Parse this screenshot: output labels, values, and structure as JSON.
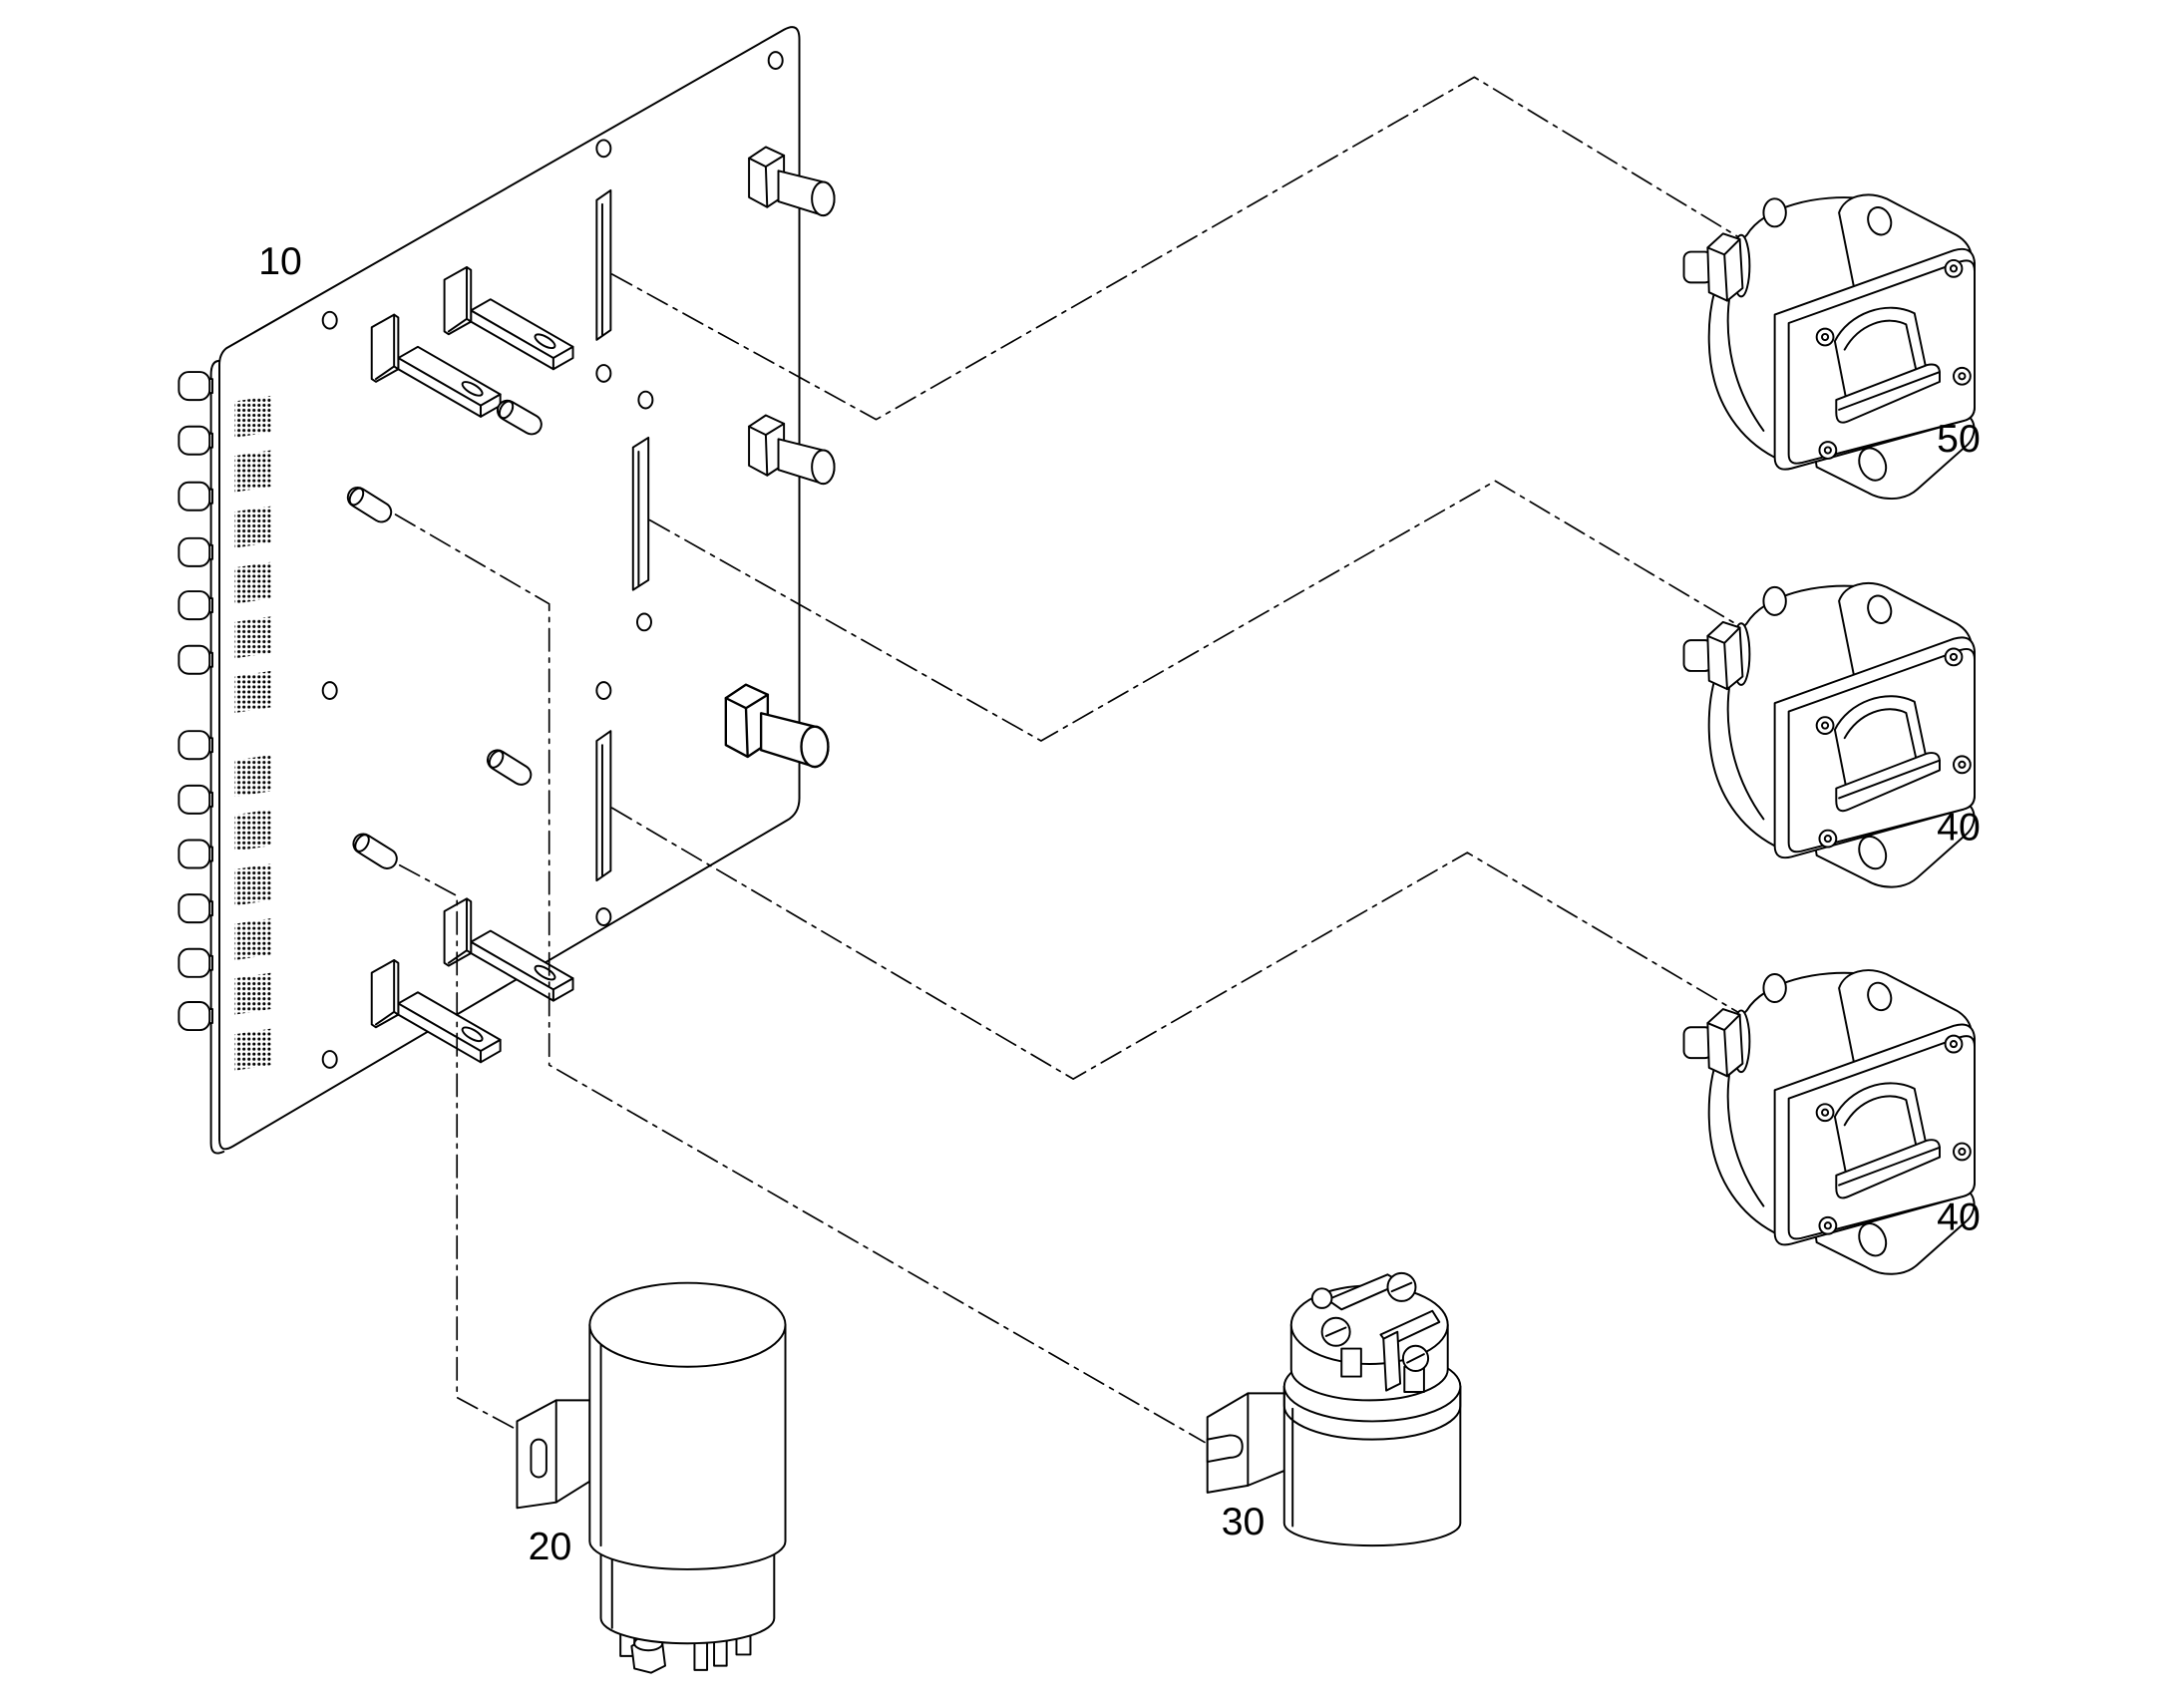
{
  "callouts": {
    "panel": "10",
    "relay_20": "20",
    "relay_30": "30",
    "switch_50": "50",
    "switch_40_upper": "40",
    "switch_40_lower": "40"
  },
  "colors": {
    "line": "#000000",
    "background": "#ffffff"
  }
}
